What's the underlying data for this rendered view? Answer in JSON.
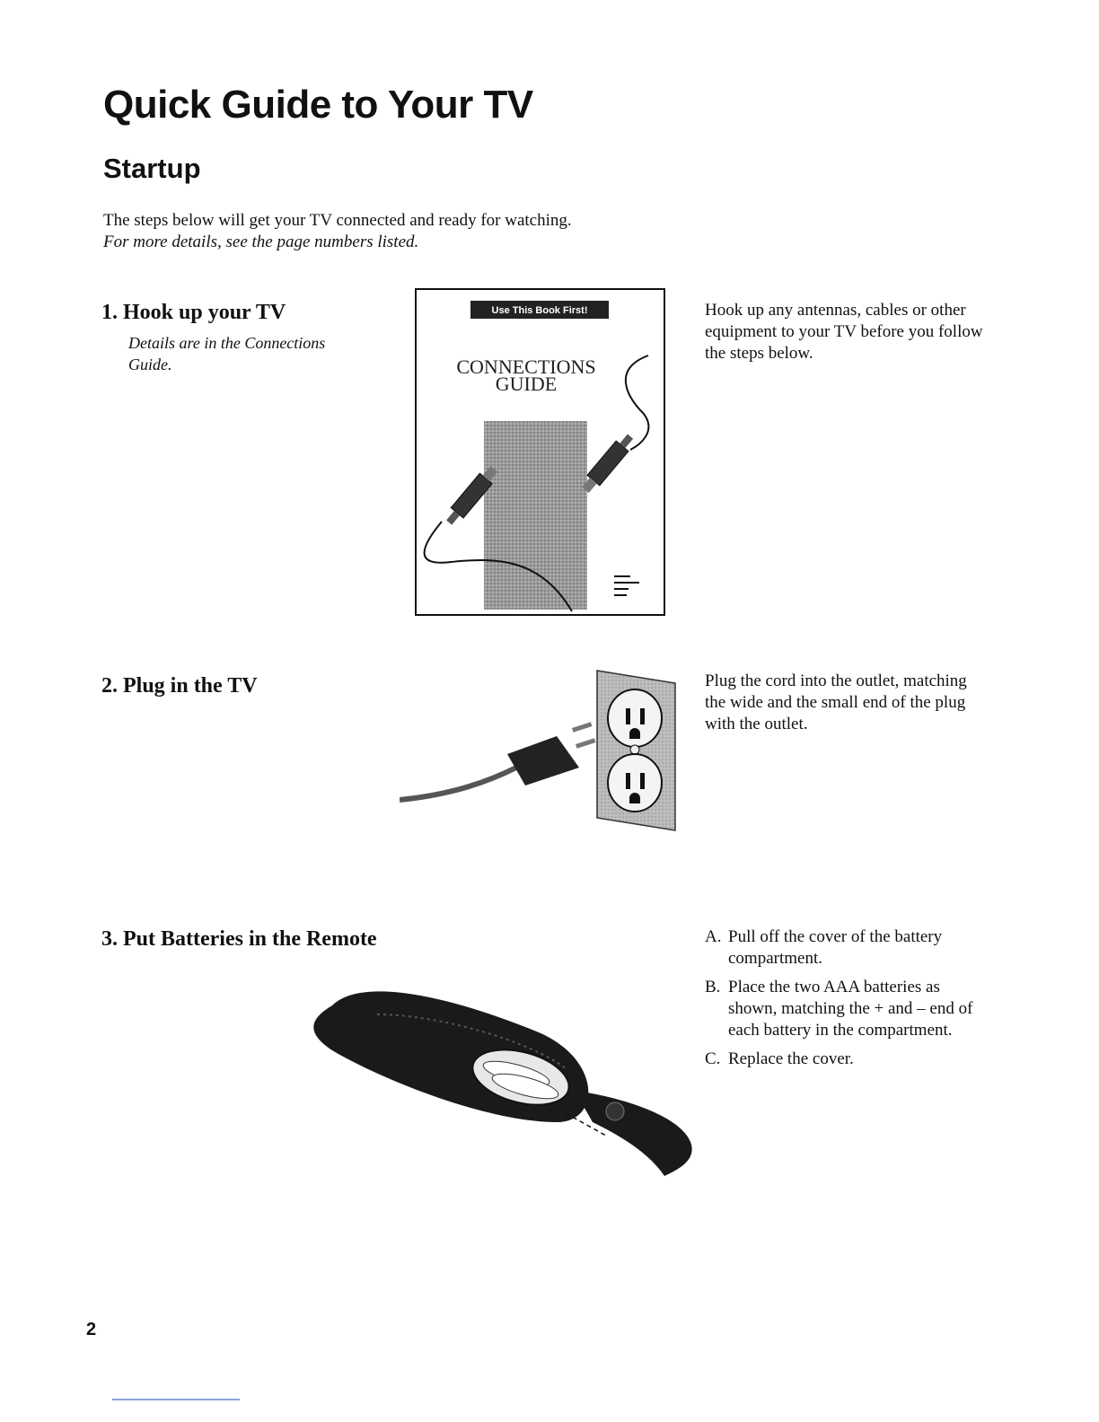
{
  "header": {
    "title": "Quick Guide to Your TV",
    "section": "Startup"
  },
  "intro": {
    "line1": "The steps below will get your TV connected and ready for watching.",
    "line2": "For more details, see the page numbers listed."
  },
  "steps": [
    {
      "number": "1.",
      "title": "Hook up your TV",
      "subtitle_line1": "Details are in the Connections",
      "subtitle_line2": "Guide.",
      "description": "Hook up any antennas, cables or other equipment to your TV before you follow the steps below.",
      "figure": {
        "name": "connections-guide-booklet",
        "banner": "Use This Book First!",
        "title_line1": "CONNECTIONS",
        "title_line2": "GUIDE"
      }
    },
    {
      "number": "2.",
      "title": "Plug in the TV",
      "description": "Plug the cord into the outlet, matching the wide and the small end of the plug with the outlet.",
      "figure": {
        "name": "plug-and-outlet"
      }
    },
    {
      "number": "3.",
      "title": "Put Batteries in the Remote",
      "figure": {
        "name": "remote-battery-compartment"
      },
      "instructions": [
        {
          "letter": "A.",
          "text": "Pull off the cover of the battery compartment."
        },
        {
          "letter": "B.",
          "text": "Place the two AAA batteries as shown, matching the + and – end of each battery in the compartment."
        },
        {
          "letter": "C.",
          "text": "Replace the cover."
        }
      ]
    }
  ],
  "footer": {
    "page_number": "2"
  },
  "colors": {
    "text": "#111111",
    "background": "#ffffff",
    "footer_rule": "#8aa6d8"
  }
}
